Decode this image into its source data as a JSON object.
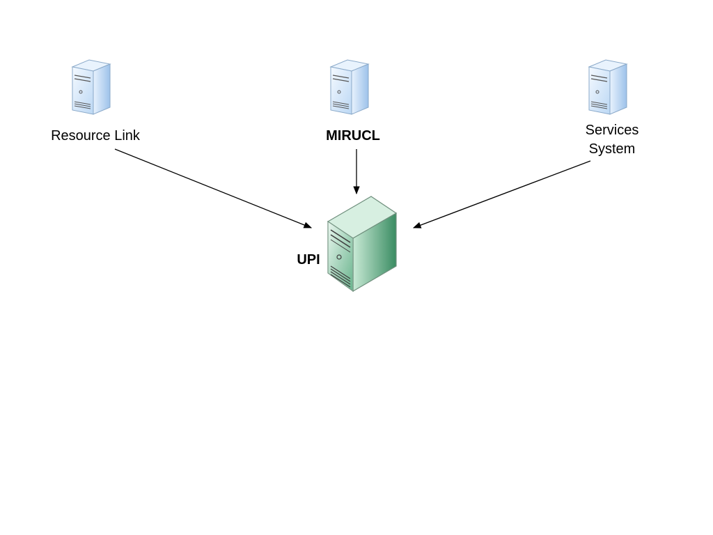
{
  "nodes": {
    "resource_link": {
      "label": "Resource Link",
      "icon": "server-icon",
      "color": "#cfe3f7"
    },
    "mirucl": {
      "label": "MIRUCL",
      "icon": "server-icon",
      "color": "#cfe3f7"
    },
    "services_system": {
      "label_line1": "Services",
      "label_line2": "System",
      "icon": "server-icon",
      "color": "#cfe3f7"
    },
    "upi": {
      "label": "UPI",
      "icon": "server-icon",
      "color": "#5fb588"
    }
  },
  "edges": [
    {
      "from": "resource_link",
      "to": "upi"
    },
    {
      "from": "mirucl",
      "to": "upi"
    },
    {
      "from": "services_system",
      "to": "upi"
    }
  ]
}
